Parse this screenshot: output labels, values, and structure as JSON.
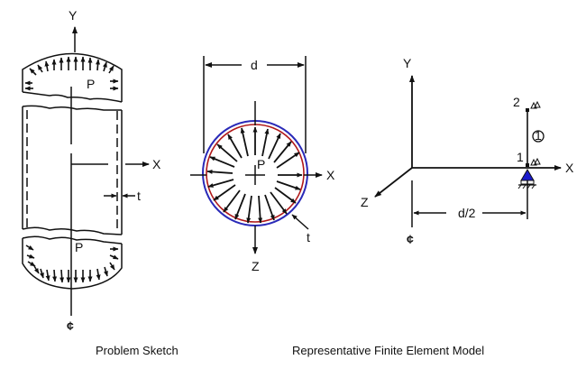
{
  "captions": {
    "left": "Problem Sketch",
    "right": "Representative Finite Element Model"
  },
  "problem_sketch": {
    "side_view": {
      "axis_y": "Y",
      "axis_x": "X",
      "pressure_top": "P",
      "pressure_bottom": "P",
      "thickness": "t",
      "centerline": "¢"
    },
    "cross_section": {
      "diameter": "d",
      "pressure": "P",
      "axis_x": "X",
      "axis_z": "Z",
      "thickness": "t",
      "outer_color": "#2a2ab8",
      "inner_color": "#b01818"
    }
  },
  "fe_model": {
    "axis_y": "Y",
    "axis_x": "X",
    "axis_z": "Z",
    "node_1": "1",
    "node_2": "2",
    "element_1": "1",
    "dimension": "d/2",
    "centerline": "¢",
    "support_color": "#1a1acc"
  }
}
